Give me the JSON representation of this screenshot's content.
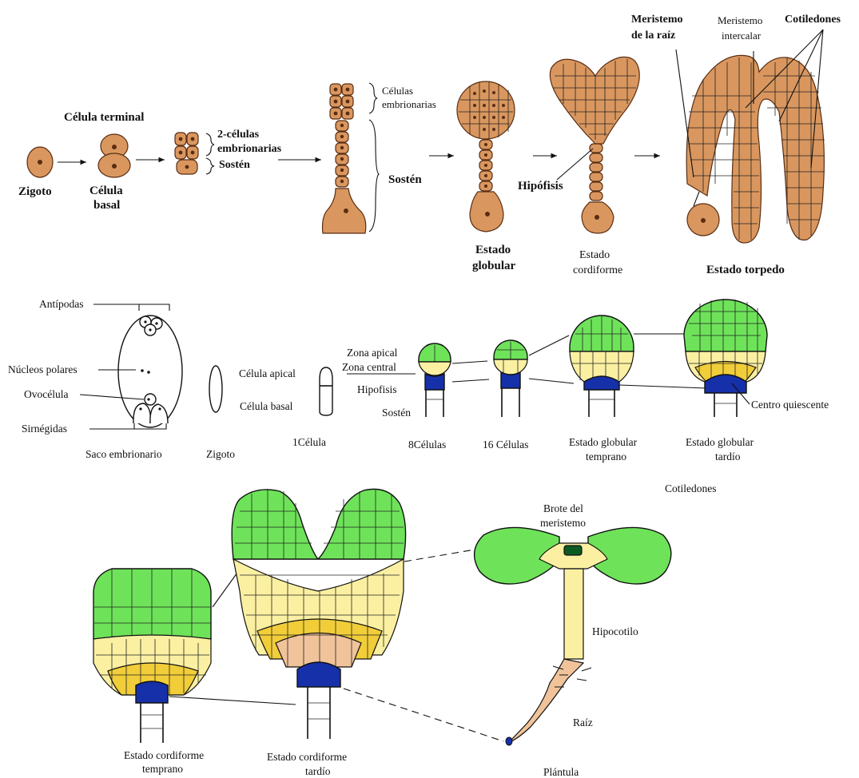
{
  "top_row": {
    "zigoto": "Zigoto",
    "celula_terminal": "Célula terminal",
    "celula_basal_1": "Célula",
    "celula_basal_2": "basal",
    "dos_celulas_1": "2-células",
    "dos_celulas_2": "embrionarias",
    "sosten_small": "Sostén",
    "celulas_emb_1": "Células",
    "celulas_emb_2": "embrionarias",
    "sosten": "Sostén",
    "hipofisis": "Hipófisis",
    "estado_globular_1": "Estado",
    "estado_globular_2": "globular",
    "estado_cordiforme_1": "Estado",
    "estado_cordiforme_2": "cordiforme",
    "meristemo_raiz_1": "Meristemo",
    "meristemo_raiz_2": "de la raíz",
    "meristemo_inter_1": "Meristemo",
    "meristemo_inter_2": "intercalar",
    "cotiledones": "Cotiledones",
    "estado_torpedo": "Estado torpedo"
  },
  "middle_row": {
    "antipodas": "Antípodas",
    "nucleos_polares": "Núcleos polares",
    "ovocelula": "Ovocélula",
    "sinergidas": "Sirnégidas",
    "saco_embrionario": "Saco embrionario",
    "zigoto": "Zigoto",
    "celula_apical": "Célula apical",
    "celula_basal": "Célula basal",
    "una_celula": "1Célula",
    "zona_apical": "Zona apical",
    "zona_central": "Zona central",
    "hipofisis": "Hipofisis",
    "sosten": "Sostén",
    "ocho_celulas": "8Células",
    "dieciseis_celulas": "16 Células",
    "globular_temprano_1": "Estado globular",
    "globular_temprano_2": "temprano",
    "globular_tardio_1": "Estado globular",
    "globular_tardio_2": "tardío",
    "centro_quiescente": "Centro quiescente"
  },
  "bottom_row": {
    "cordiforme_temprano_1": "Estado cordiforme",
    "cordiforme_temprano_2": "temprano",
    "cordiforme_tardio_1": "Estado cordiforme",
    "cordiforme_tardio_2": "tardío",
    "cotiledones": "Cotiledones",
    "brote_1": "Brote del",
    "brote_2": "meristemo",
    "hipocotilo": "Hipocotilo",
    "raiz": "Raíz",
    "plantula": "Plántula"
  },
  "colors": {
    "protoderm_green": "#6ee35a",
    "central_yellow": "#fbf0a2",
    "ground_gold": "#f1cd3a",
    "quiescent_blue": "#1530a8",
    "cell_brown": "#d9975f"
  }
}
